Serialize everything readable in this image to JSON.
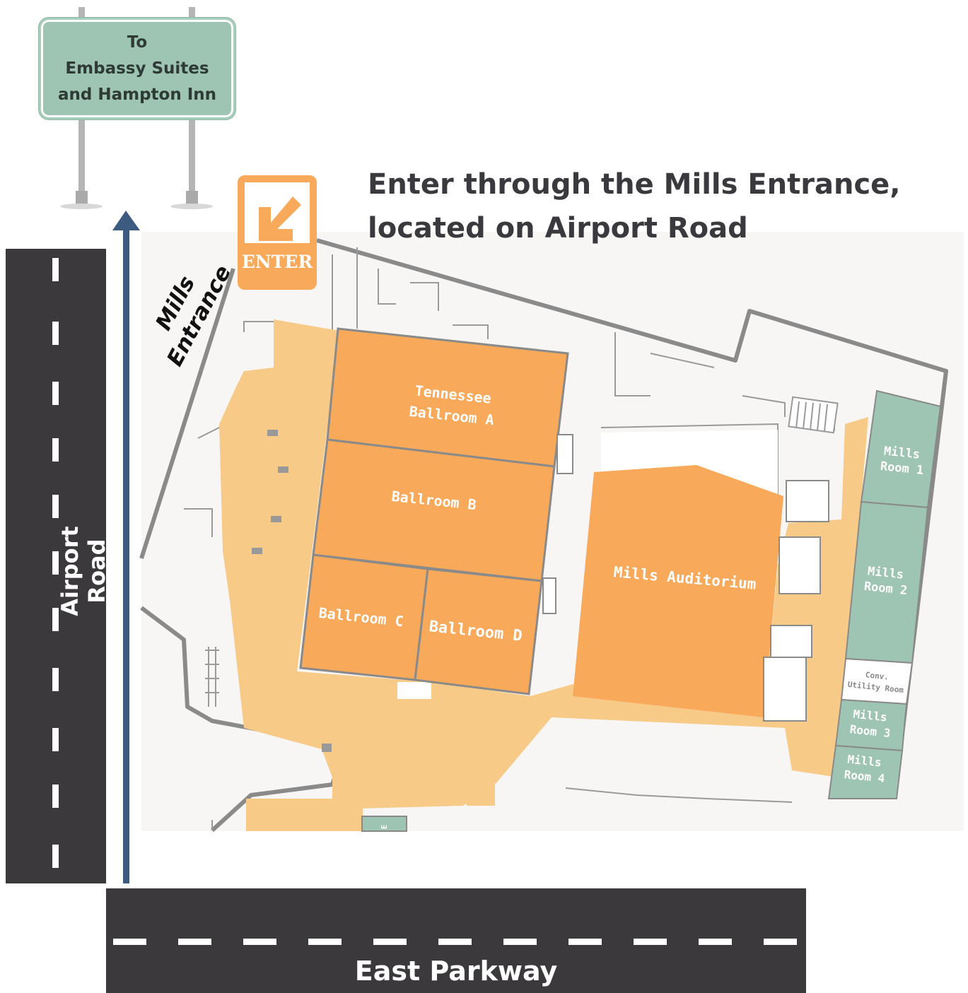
{
  "sign": {
    "lines": [
      "To",
      "Embassy Suites",
      "and Hampton Inn"
    ],
    "color": "#9ec4b3"
  },
  "headline": {
    "line1": "Enter through the Mills Entrance,",
    "line2": "located on Airport Road"
  },
  "enter_sign": {
    "label": "ENTER",
    "color": "#f8a95a",
    "icon": "arrow-down-left-icon"
  },
  "entrance_label": {
    "line1": "Mills",
    "line2": "Entrance"
  },
  "roads": {
    "airport_road": "Airport Road",
    "east_parkway": "East Parkway",
    "road_color": "#3c393d"
  },
  "route_arrow": {
    "color": "#3d5a80",
    "direction": "north",
    "icon": "arrow-up-icon"
  },
  "rooms": {
    "tennessee_a": [
      "Tennessee",
      "Ballroom A"
    ],
    "ballroom_b": "Ballroom B",
    "ballroom_c": "Ballroom C",
    "ballroom_d": "Ballroom D",
    "mills_auditorium": "Mills Auditorium",
    "mills_room_1": [
      "Mills",
      "Room 1"
    ],
    "mills_room_2": [
      "Mills",
      "Room 2"
    ],
    "conv_utility_room": [
      "Conv.",
      "Utility Room"
    ],
    "mills_room_3": [
      "Mills",
      "Room 3"
    ],
    "mills_room_4": [
      "Mills",
      "Room 4"
    ],
    "small_room_marker": "E"
  },
  "colors": {
    "ballroom": "#f8a95a",
    "corridor": "#f8ca88",
    "mills_rooms": "#9ec4b3",
    "walls": "#8a8a8a",
    "floor": "#f7f6f4"
  }
}
